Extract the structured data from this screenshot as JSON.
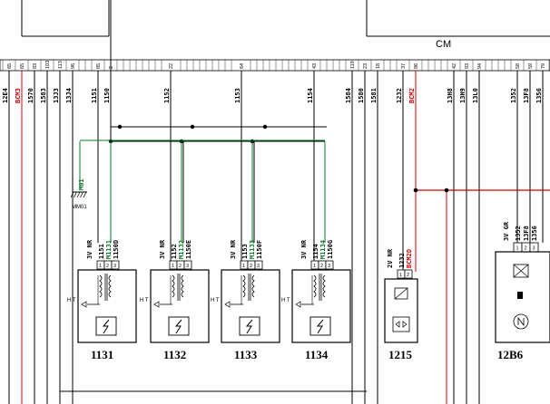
{
  "module_label": "CM",
  "top_connector": {
    "cells": [
      {
        "pin": "65",
        "wire": "12E4",
        "color": "black"
      },
      {
        "pin": "65",
        "wire": "BCM3",
        "color": "red"
      },
      {
        "pin": "83",
        "wire": "1570",
        "color": "black"
      },
      {
        "pin": "103",
        "wire": "1583",
        "color": "black"
      },
      {
        "pin": "113",
        "wire": "13J3",
        "color": "black"
      },
      {
        "pin": "96",
        "wire": "13J4",
        "color": "black"
      },
      {
        "pin": "85",
        "wire": "1151",
        "color": "black"
      },
      {
        "pin": "2",
        "wire": "1150",
        "color": "black"
      },
      {
        "pin": "22",
        "wire": "1152",
        "color": "black"
      },
      {
        "pin": "64",
        "wire": "1153",
        "color": "black"
      },
      {
        "pin": "43",
        "wire": "1154",
        "color": "black"
      },
      {
        "pin": "119",
        "wire": "1584",
        "color": "black"
      },
      {
        "pin": "23",
        "wire": "1580",
        "color": "black"
      },
      {
        "pin": "18",
        "wire": "1581",
        "color": "black"
      },
      {
        "pin": "37",
        "wire": "1232",
        "color": "black"
      },
      {
        "pin": "86",
        "wire": "BCM2",
        "color": "red"
      },
      {
        "pin": "42",
        "wire": "13H8",
        "color": "black"
      },
      {
        "pin": "93",
        "wire": "13H9",
        "color": "black"
      },
      {
        "pin": "94",
        "wire": "13L0",
        "color": "black"
      },
      {
        "pin": "58",
        "wire": "1352",
        "color": "black"
      },
      {
        "pin": "59",
        "wire": "13F8",
        "color": "black"
      },
      {
        "pin": "79",
        "wire": "1356",
        "color": "black"
      }
    ]
  },
  "shield": {
    "wire": "M01",
    "ground": "MM01"
  },
  "coils": [
    {
      "id": "1131",
      "connector": "3V NR",
      "w1": "1151",
      "w2": "M1131",
      "w3": "1150D",
      "ht": "H T"
    },
    {
      "id": "1132",
      "connector": "3V NR",
      "w1": "1152",
      "w2": "M1132",
      "w3": "1150E",
      "ht": "H T"
    },
    {
      "id": "1133",
      "connector": "3V NR",
      "w1": "1153",
      "w2": "M1133",
      "w3": "1150F",
      "ht": "H T"
    },
    {
      "id": "1134",
      "connector": "3V NR",
      "w1": "1154",
      "w2": "M1134",
      "w3": "1150G",
      "ht": "H T"
    }
  ],
  "valve": {
    "id": "1215",
    "connector": "2V NR",
    "w1": "1232",
    "w2": "BCM2D"
  },
  "sensor": {
    "id": "12B6",
    "connector": "3V GR",
    "w1": "1352",
    "w2": "13F8",
    "w3": "1356",
    "marks": [
      "+",
      "s",
      "-"
    ]
  },
  "pins": [
    "1",
    "2",
    "3"
  ],
  "colors": {
    "wire": "#000000",
    "power": "#d40000",
    "shield": "#0a7a2a"
  }
}
